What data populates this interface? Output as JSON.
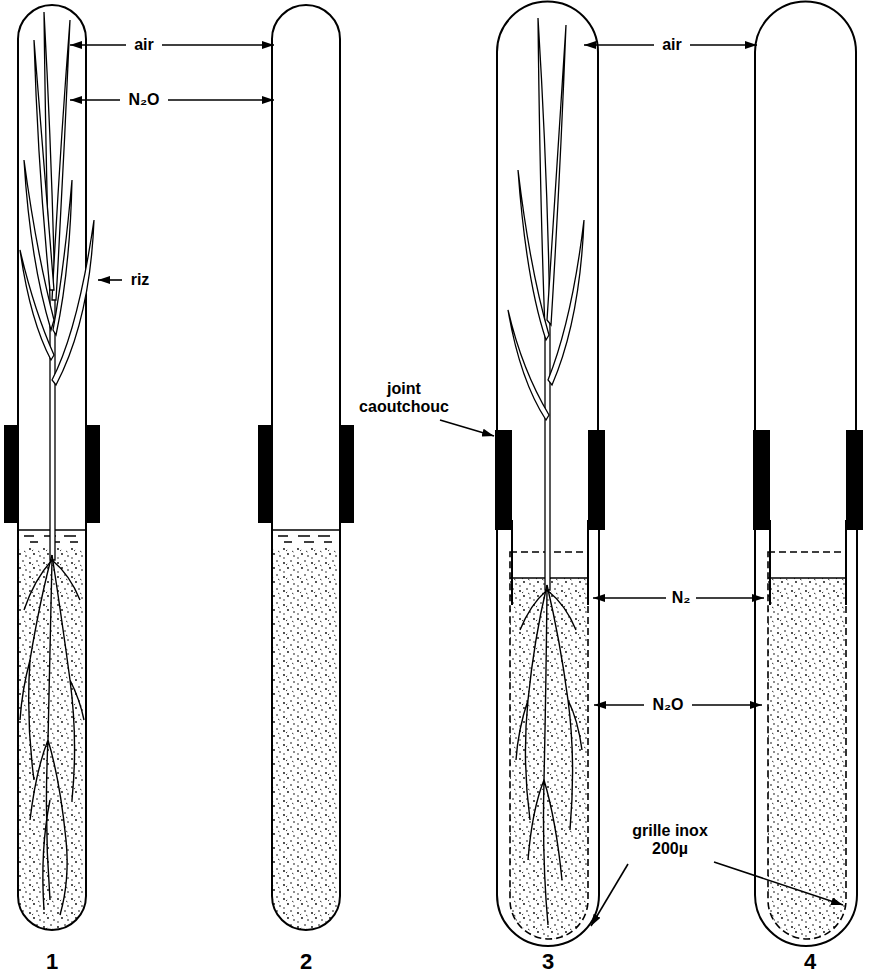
{
  "diagram": {
    "labels": [
      "air",
      "N₂O",
      "riz",
      "joint caoutchouc",
      "air",
      "N₂",
      "N₂O",
      "grille inox 200µ",
      "1",
      "2",
      "3",
      "4"
    ]
  }
}
